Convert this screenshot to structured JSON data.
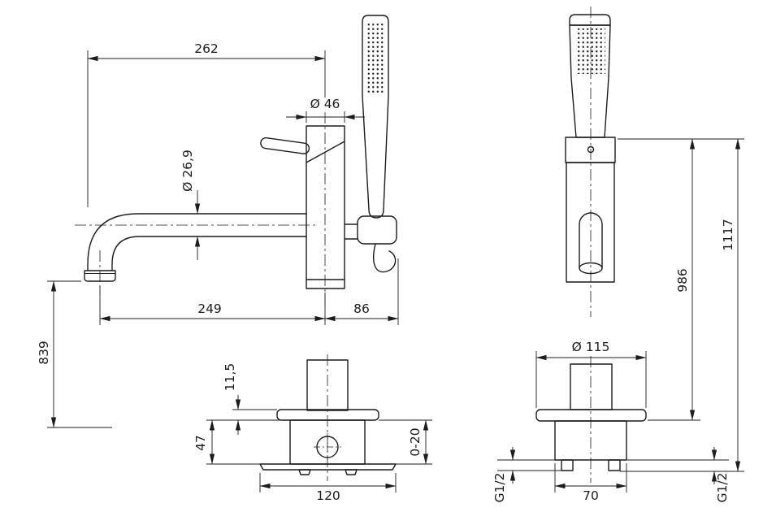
{
  "meta": {
    "drawing_type": "bath-shower mixer technical dimension drawing",
    "colors": {
      "ink": "#1c1c1c",
      "background": "#ffffff",
      "opening": "#3f3f3f"
    }
  },
  "views": {
    "mixer_side": {
      "dims": {
        "top_reach": "262",
        "body_diameter": "Ø 46",
        "spout_diameter": "Ø 26,9",
        "spout_reach": "249",
        "shower_offset": "86",
        "outlet_height": "839"
      }
    },
    "mixer_front": {
      "dims": {
        "trim_height": "11,5",
        "underdeck_depth": "47",
        "deck_adjust": "0-20",
        "base_width": "120"
      }
    },
    "shower_column": {
      "dims": {
        "flange_diameter": "Ø 115",
        "holder_height": "986",
        "total_height": "1117",
        "body_width": "70",
        "thread_left": "G1/2",
        "thread_right": "G1/2"
      }
    }
  }
}
